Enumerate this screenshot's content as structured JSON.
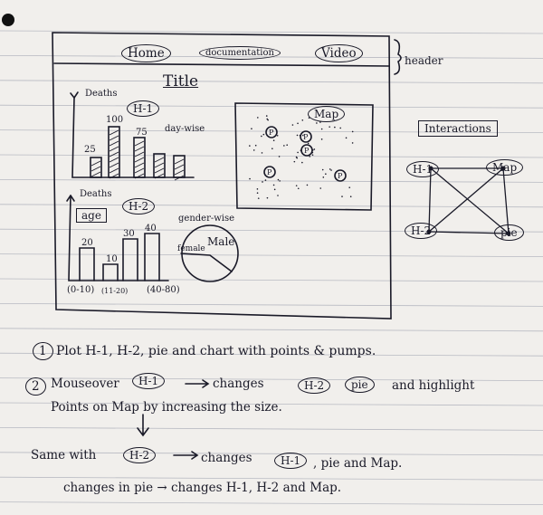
{
  "header": {
    "nav": [
      "Home",
      "documentation",
      "Video"
    ],
    "side_label": "header"
  },
  "title": "Title",
  "h1_chart": {
    "tag": "H-1",
    "axis_label": "Deaths",
    "subtitle": "day-wise",
    "bar_labels": [
      "25",
      "100",
      "75",
      "",
      ""
    ]
  },
  "h2_chart": {
    "tag": "H-2",
    "axis_label": "Deaths",
    "group_label": "age",
    "bar_labels": [
      "20",
      "10",
      "30",
      "40"
    ],
    "x_labels": [
      "(0-10)",
      "(11-20)",
      "(40-80)"
    ]
  },
  "pie": {
    "title": "gender-wise",
    "slices": [
      "Male",
      "female"
    ]
  },
  "map": {
    "label": "Map",
    "marker": "P"
  },
  "interactions": {
    "title": "Interactions",
    "nodes": [
      "H-1",
      "Map",
      "H-2",
      "pie"
    ]
  },
  "notes": {
    "n1_num": "1",
    "n1_text": "Plot H-1, H-2, pie and chart with points & pumps.",
    "n2_num": "2",
    "n2_a": "Mouseover",
    "n2_h1": "H-1",
    "n2_b": "changes",
    "n2_h2": "H-2",
    "n2_pie": "pie",
    "n2_c": "and highlight",
    "n2_line2": "Points on Map by increasing the size.",
    "n3_a": "Same with",
    "n3_h2": "H-2",
    "n3_b": "changes",
    "n3_h1": "H-1",
    "n3_c": ", pie and Map.",
    "n4": "changes in pie → changes H-1, H-2 and Map."
  },
  "colors": {
    "ink": "#1a1a28",
    "paper": "#f1efec",
    "ruled_line": "#8a8fa0"
  }
}
